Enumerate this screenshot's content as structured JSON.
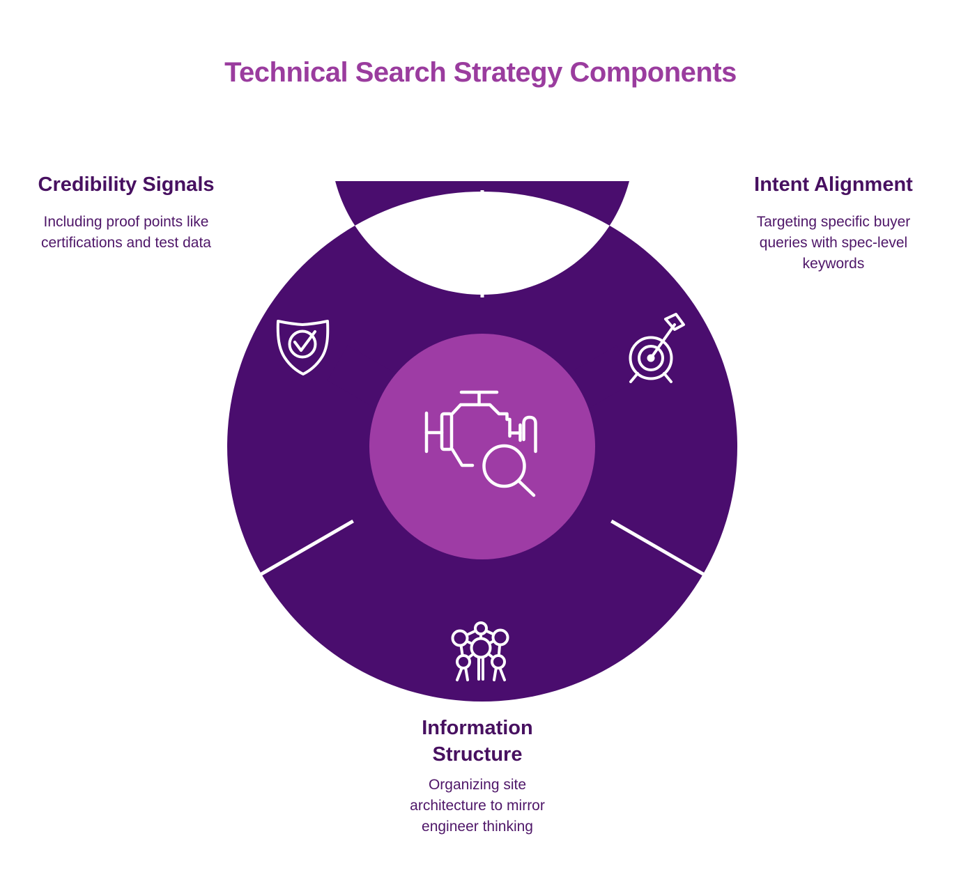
{
  "title": "Technical Search Strategy Components",
  "colors": {
    "background": "#FFFFFF",
    "title_text": "#9A3C9E",
    "heading_text": "#471060",
    "body_text": "#4E1668",
    "ring_fill": "#4A0D6E",
    "hub_fill": "#9E3CA5",
    "icon_stroke": "#FFFFFF",
    "divider": "#FFFFFF"
  },
  "diagram": {
    "type": "segmented-donut",
    "center_icon": "engine-search-icon",
    "segments": [
      {
        "id": "credibility-signals",
        "label": "Credibility Signals",
        "description": "Including proof points like certifications and test data",
        "icon": "shield-check-icon",
        "position": "upper-left"
      },
      {
        "id": "intent-alignment",
        "label": "Intent Alignment",
        "description": "Targeting specific buyer queries with spec-level keywords",
        "icon": "target-arrow-icon",
        "position": "upper-right"
      },
      {
        "id": "information-structure",
        "label": "Information Structure",
        "description": "Organizing site architecture to mirror engineer thinking",
        "icon": "network-structure-icon",
        "position": "bottom"
      }
    ]
  }
}
